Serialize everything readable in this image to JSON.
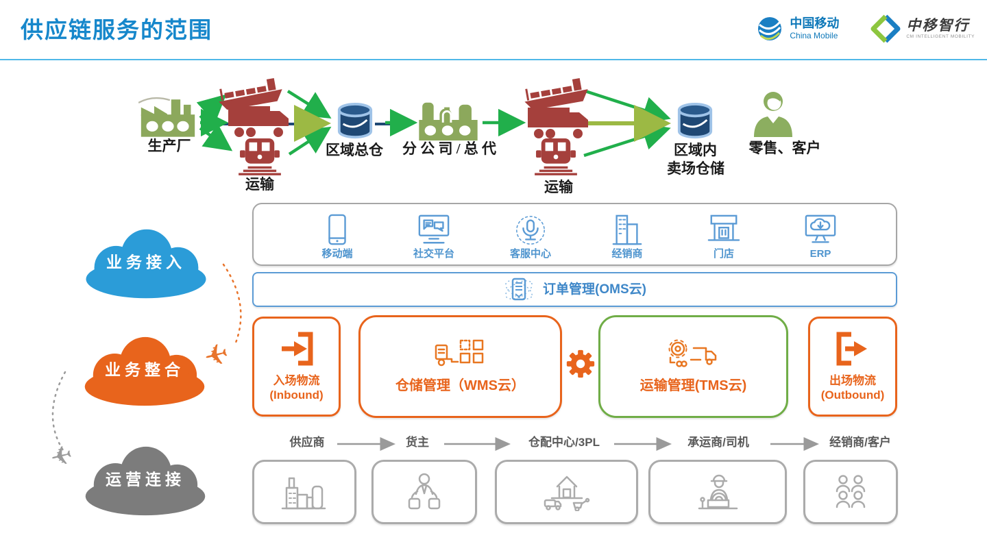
{
  "palette": {
    "title_blue": "#1687CB",
    "divider_blue": "#4FB8E8",
    "arrow_green": "#21AF4B",
    "arrow_yellow_green": "#9CB944",
    "vehicle_red": "#A5403C",
    "factory_green": "#8CA85C",
    "database_navy": "#1F4874",
    "database_light": "#9FC3E8",
    "cloud_blue": "#2B9CD8",
    "cloud_orange": "#E8641C",
    "cloud_gray": "#7C7C7C",
    "channel_icon_blue": "#5B9BD5",
    "box_border_gray": "#A6A6A6",
    "module_orange": "#E8641C",
    "module_green": "#70AD47",
    "chain_text_gray": "#595959"
  },
  "header": {
    "title": "供应链服务的范围",
    "china_mobile": {
      "name_zh": "中国移动",
      "name_en": "China Mobile",
      "icon": "china-mobile-logo"
    },
    "cm_intelligent": {
      "name_zh": "中移智行",
      "name_en": "CM INTELLIGENT MOBILITY",
      "icon": "cm-intelligent-mobility-logo"
    }
  },
  "flow": {
    "producer": "生产厂",
    "transport_left": "运输",
    "regional_hub": "区域总仓",
    "branch_agent": "分 公 司 / 总 代",
    "transport_right": "运输",
    "market_wh_line1": "区域内",
    "market_wh_line2": "卖场仓储",
    "retail_customer": "零售、客户",
    "icons": [
      "factory-icon",
      "ship-icon",
      "truck-icon",
      "train-icon",
      "database-icon",
      "person-icon"
    ]
  },
  "clouds": [
    {
      "label": "业务接入",
      "icon": "cloud-icon",
      "color": "#2B9CD8"
    },
    {
      "label": "业务整合",
      "icon": "cloud-icon",
      "color": "#E8641C"
    },
    {
      "label": "运营连接",
      "icon": "cloud-icon",
      "color": "#7C7C7C"
    }
  ],
  "channels": {
    "items": [
      {
        "label": "移动端",
        "icon": "mobile-phone-icon"
      },
      {
        "label": "社交平台",
        "icon": "social-platform-icon"
      },
      {
        "label": "客服中心",
        "icon": "customer-service-mic-icon"
      },
      {
        "label": "经销商",
        "icon": "dealer-building-icon"
      },
      {
        "label": "门店",
        "icon": "storefront-icon"
      },
      {
        "label": "ERP",
        "icon": "erp-cloud-monitor-icon"
      }
    ]
  },
  "oms": {
    "label": "订单管理(OMS云)",
    "icon": "order-document-icon"
  },
  "modules": {
    "inbound": {
      "line1": "入场物流",
      "line2": "(Inbound)",
      "icon": "inbound-arrow-icon"
    },
    "wms": {
      "label": "仓储管理（WMS云）",
      "icon": "forklift-boxes-icon"
    },
    "tms": {
      "label": "运输管理(TMS云)",
      "icon": "gear-truck-icon"
    },
    "outbound": {
      "line1": "出场物流",
      "line2": "(Outbound)",
      "icon": "outbound-arrow-icon"
    },
    "connector": {
      "icon": "gear-icon"
    }
  },
  "chain": {
    "labels": [
      "供应商",
      "货主",
      "仓配中心/3PL",
      "承运商/司机",
      "经销商/客户"
    ],
    "icons": [
      "factory-outline-icon",
      "consignor-person-icon",
      "warehouse-house-icon",
      "driver-icon",
      "customers-group-icon"
    ]
  }
}
